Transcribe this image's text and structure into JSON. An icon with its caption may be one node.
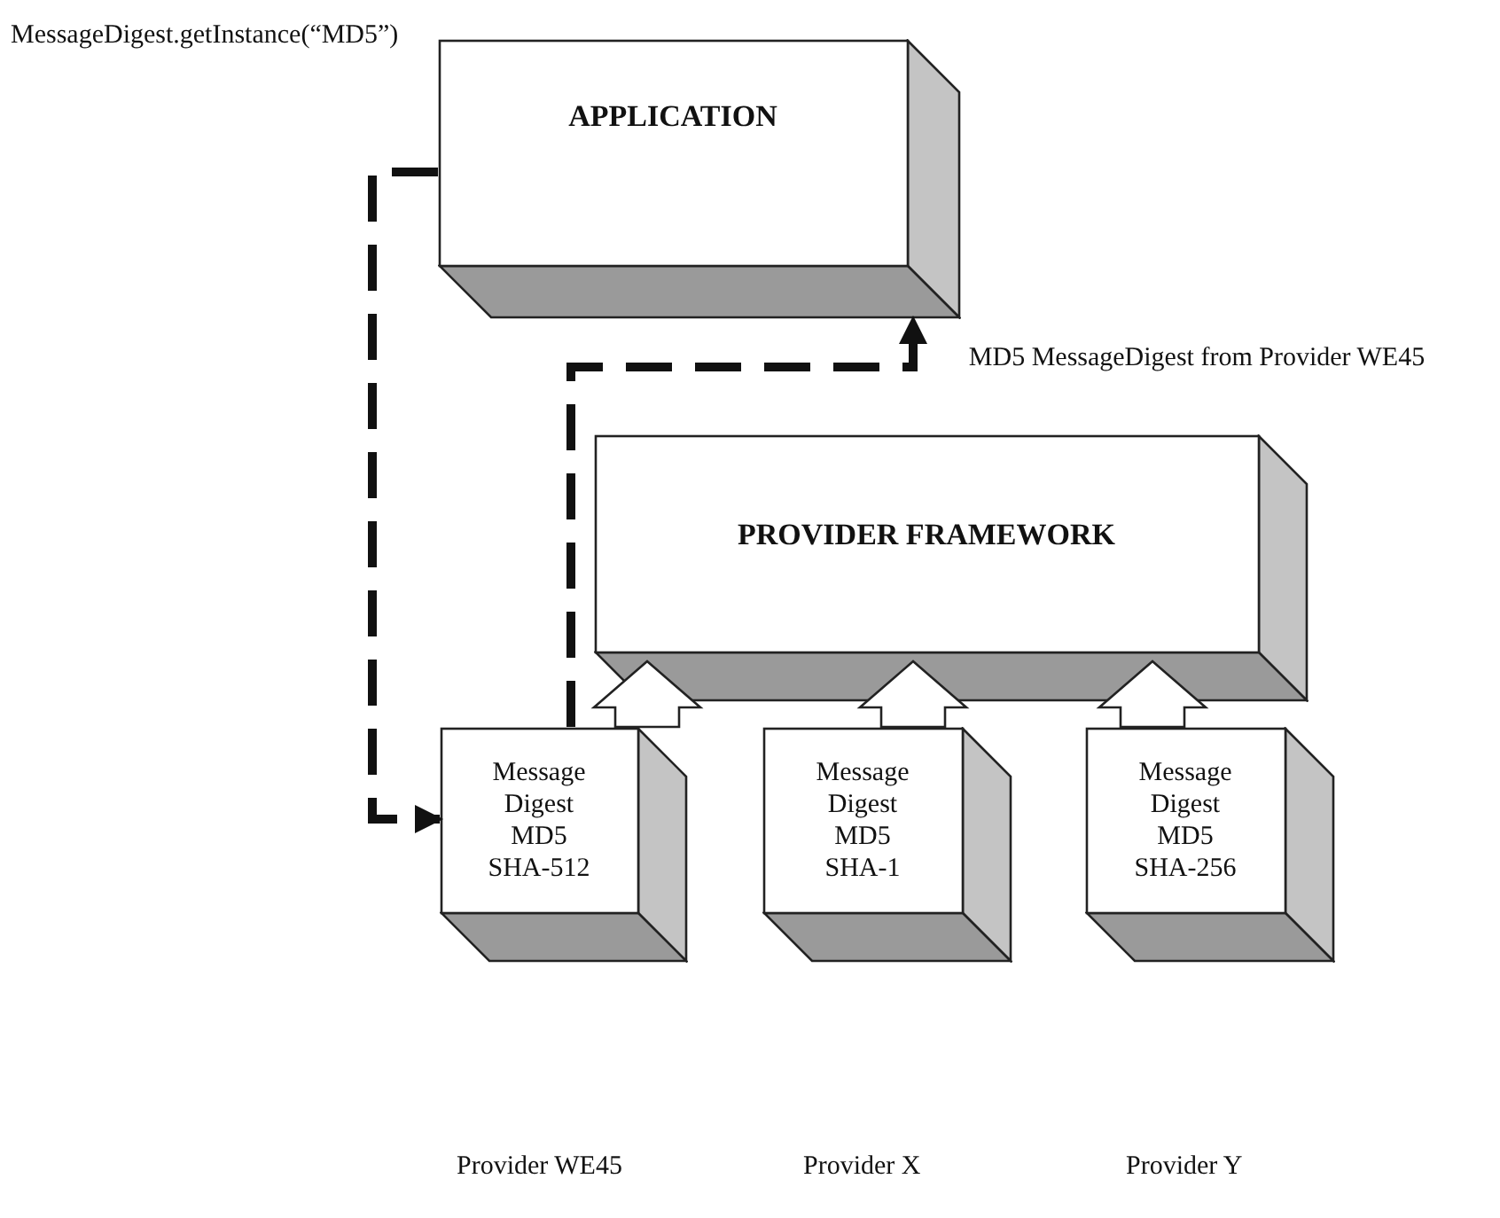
{
  "diagram": {
    "nodes": [
      {
        "text": [
          "APPLICATION"
        ]
      },
      {
        "text": [
          "PROVIDER FRAMEWORK"
        ]
      },
      {
        "text": [
          "Message Digest",
          "MD5",
          "SHA-512"
        ]
      },
      {
        "text": [
          "Message Digest",
          "MD5",
          "SHA-1"
        ]
      },
      {
        "text": [
          "Message Digest",
          "MD5",
          "SHA-256"
        ]
      }
    ],
    "edges": [
      {
        "from": 0,
        "to": 2,
        "arrow": "to",
        "style": "dashed",
        "label": "MessageDigest.getInstance(“MD5”)"
      },
      {
        "from": 2,
        "to": 0,
        "arrow": "to",
        "style": "dashed",
        "label": "MD5 MessageDigest from Provider WE45"
      },
      {
        "from": 2,
        "to": 1,
        "arrow": "to"
      },
      {
        "from": 3,
        "to": 1,
        "arrow": "to"
      },
      {
        "from": 4,
        "to": 1,
        "arrow": "to"
      }
    ],
    "labels": [
      "Provider WE45",
      "Provider X",
      "Provider Y"
    ]
  }
}
